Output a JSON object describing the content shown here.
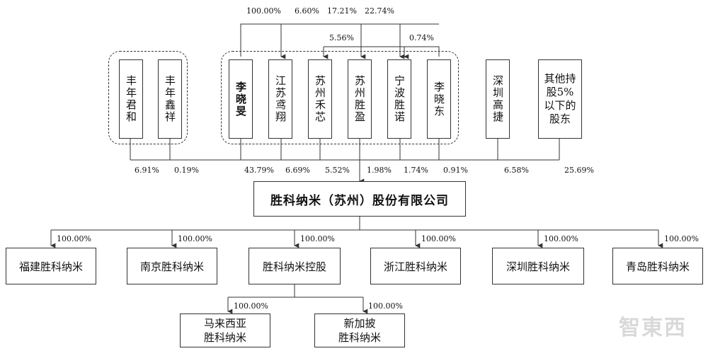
{
  "top_pct": {
    "p1": "100.00%",
    "p2": "6.60%",
    "p3": "17.21%",
    "p4": "22.74%",
    "p5": "5.56%",
    "p6": "0.74%"
  },
  "shareholders": [
    {
      "name": "丰年君和",
      "pct": "6.91%"
    },
    {
      "name": "丰年鑫祥",
      "pct": "0.19%"
    },
    {
      "name": "李晓旻",
      "pct": "43.79%"
    },
    {
      "name": "江苏鸢翔",
      "pct": "6.69%"
    },
    {
      "name": "苏州禾芯",
      "pct": "5.52%"
    },
    {
      "name": "苏州胜盈",
      "pct": "1.98%"
    },
    {
      "name": "宁波胜诺",
      "pct": "1.74%"
    },
    {
      "name": "李晓东",
      "pct": "0.91%"
    },
    {
      "name": "深圳高捷",
      "pct": "6.58%"
    },
    {
      "name": "其他持股5%以下的股东",
      "pct": "25.69%"
    }
  ],
  "company": "胜科纳米（苏州）股份有限公司",
  "subsidiaries": [
    {
      "name": "福建胜科纳米",
      "pct": "100.00%"
    },
    {
      "name": "南京胜科纳米",
      "pct": "100.00%"
    },
    {
      "name": "胜科纳米控股",
      "pct": "100.00%"
    },
    {
      "name": "浙江胜科纳米",
      "pct": "100.00%"
    },
    {
      "name": "深圳胜科纳米",
      "pct": "100.00%"
    },
    {
      "name": "青岛胜科纳米",
      "pct": "100.00%"
    }
  ],
  "sub_subsidiaries": [
    {
      "name": "马来西亚\n胜科纳米",
      "pct": "100.00%"
    },
    {
      "name": "新加披\n胜科纳米",
      "pct": "100.00%"
    }
  ],
  "watermark": "智東西"
}
